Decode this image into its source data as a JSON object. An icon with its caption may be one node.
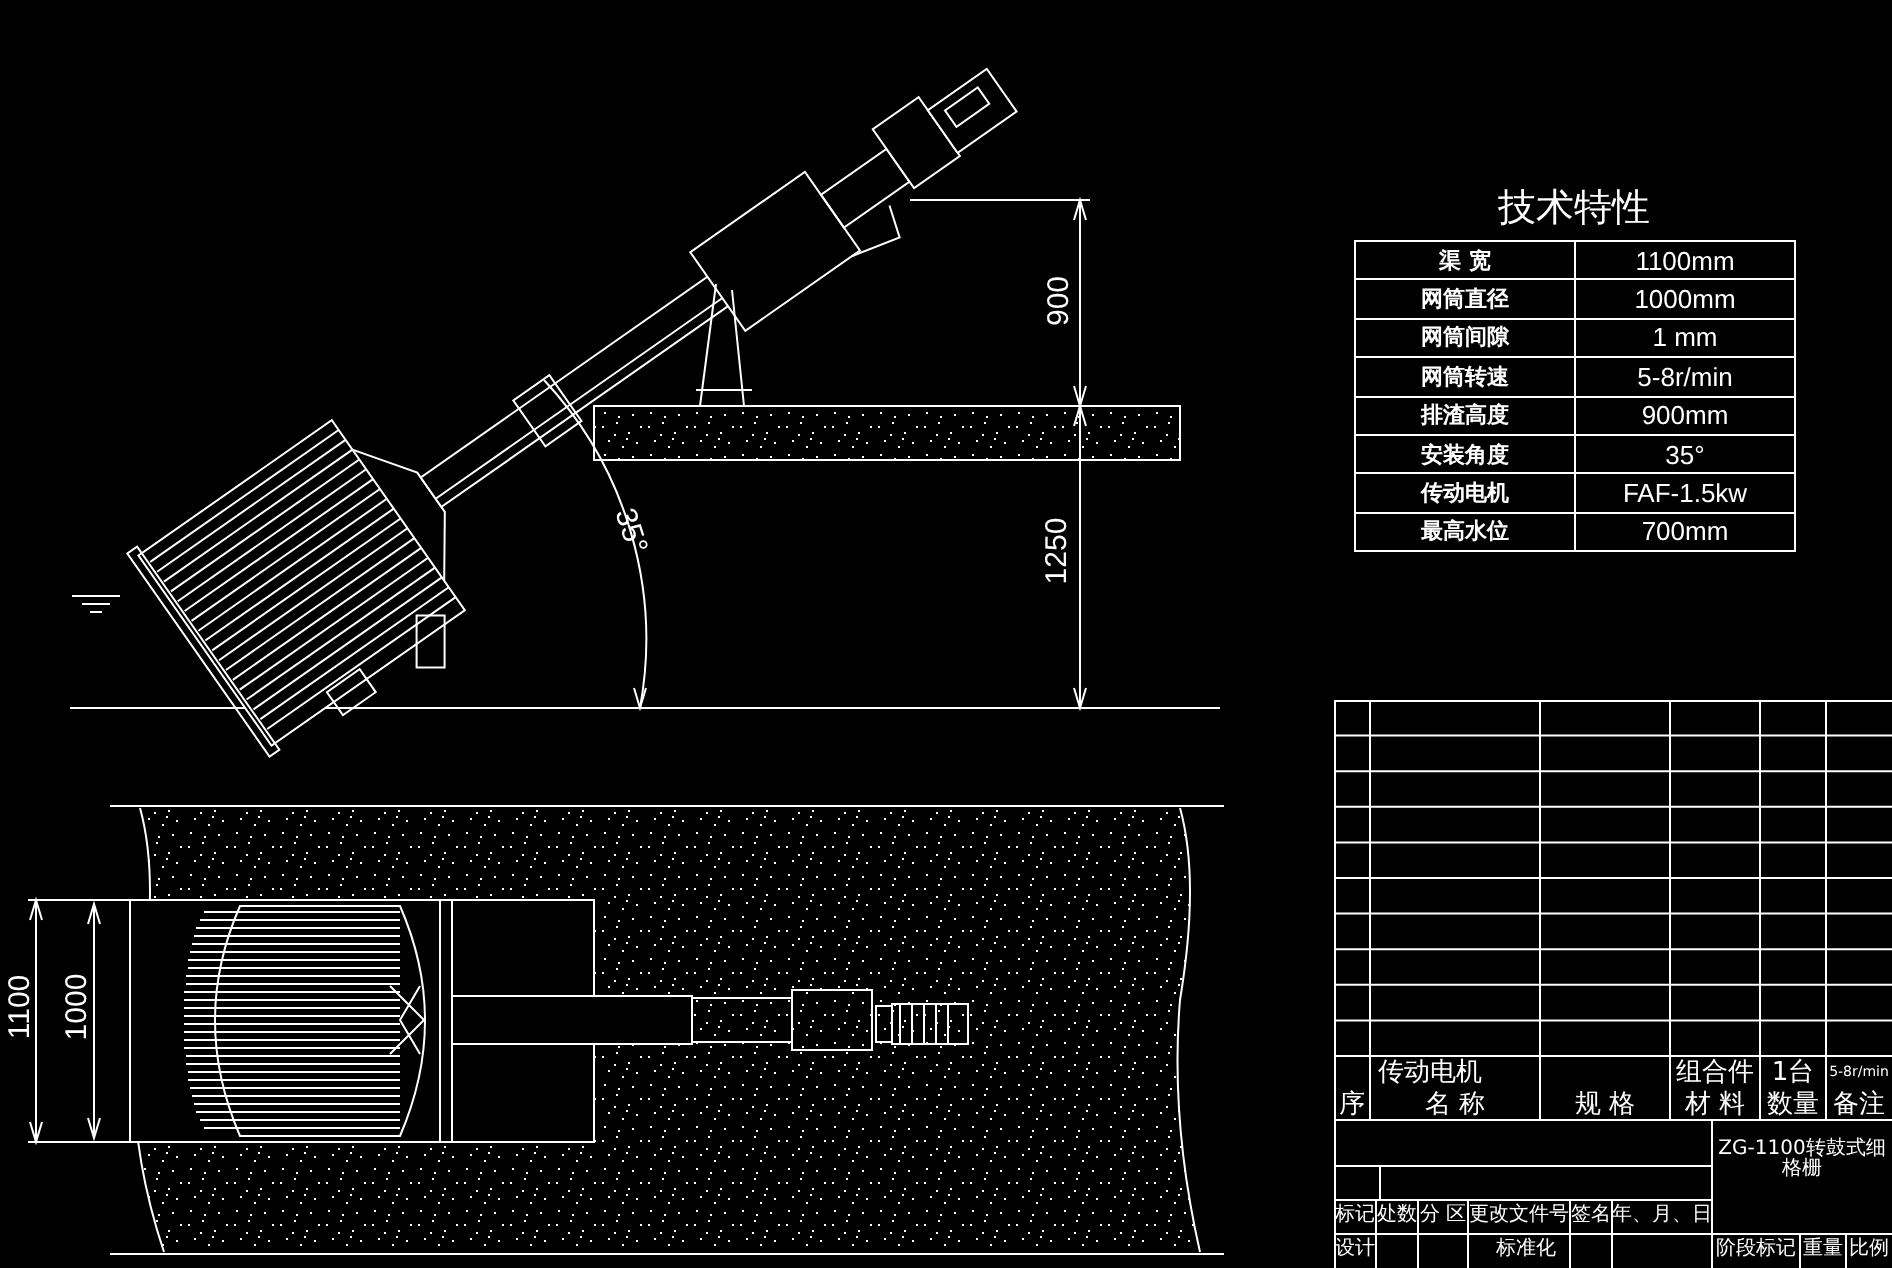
{
  "diagram": {
    "labels": [
      "900",
      "1250",
      "35°",
      "1100",
      "1000",
      "技术特性",
      "渠 宽",
      "1100mm",
      "网筒直径",
      "1000mm",
      "网筒间隙",
      "1 mm",
      "网筒转速",
      "5-8r/min",
      "排渣高度",
      "900mm",
      "安装角度",
      "35°",
      "传动电机",
      "FAF-1.5kw",
      "最高水位",
      "700mm",
      "传动电机",
      "组合件",
      "1台",
      "5-8r/min",
      "序",
      "名 称",
      "规 格",
      "材 料",
      "数量",
      "备注",
      "ZG-1100转鼓式细格栅",
      "标记",
      "处数",
      "分 区",
      "更改文件号",
      "签名",
      "年、月、日",
      "设计",
      "标准化",
      "阶段标记",
      "重量",
      "比例"
    ]
  }
}
